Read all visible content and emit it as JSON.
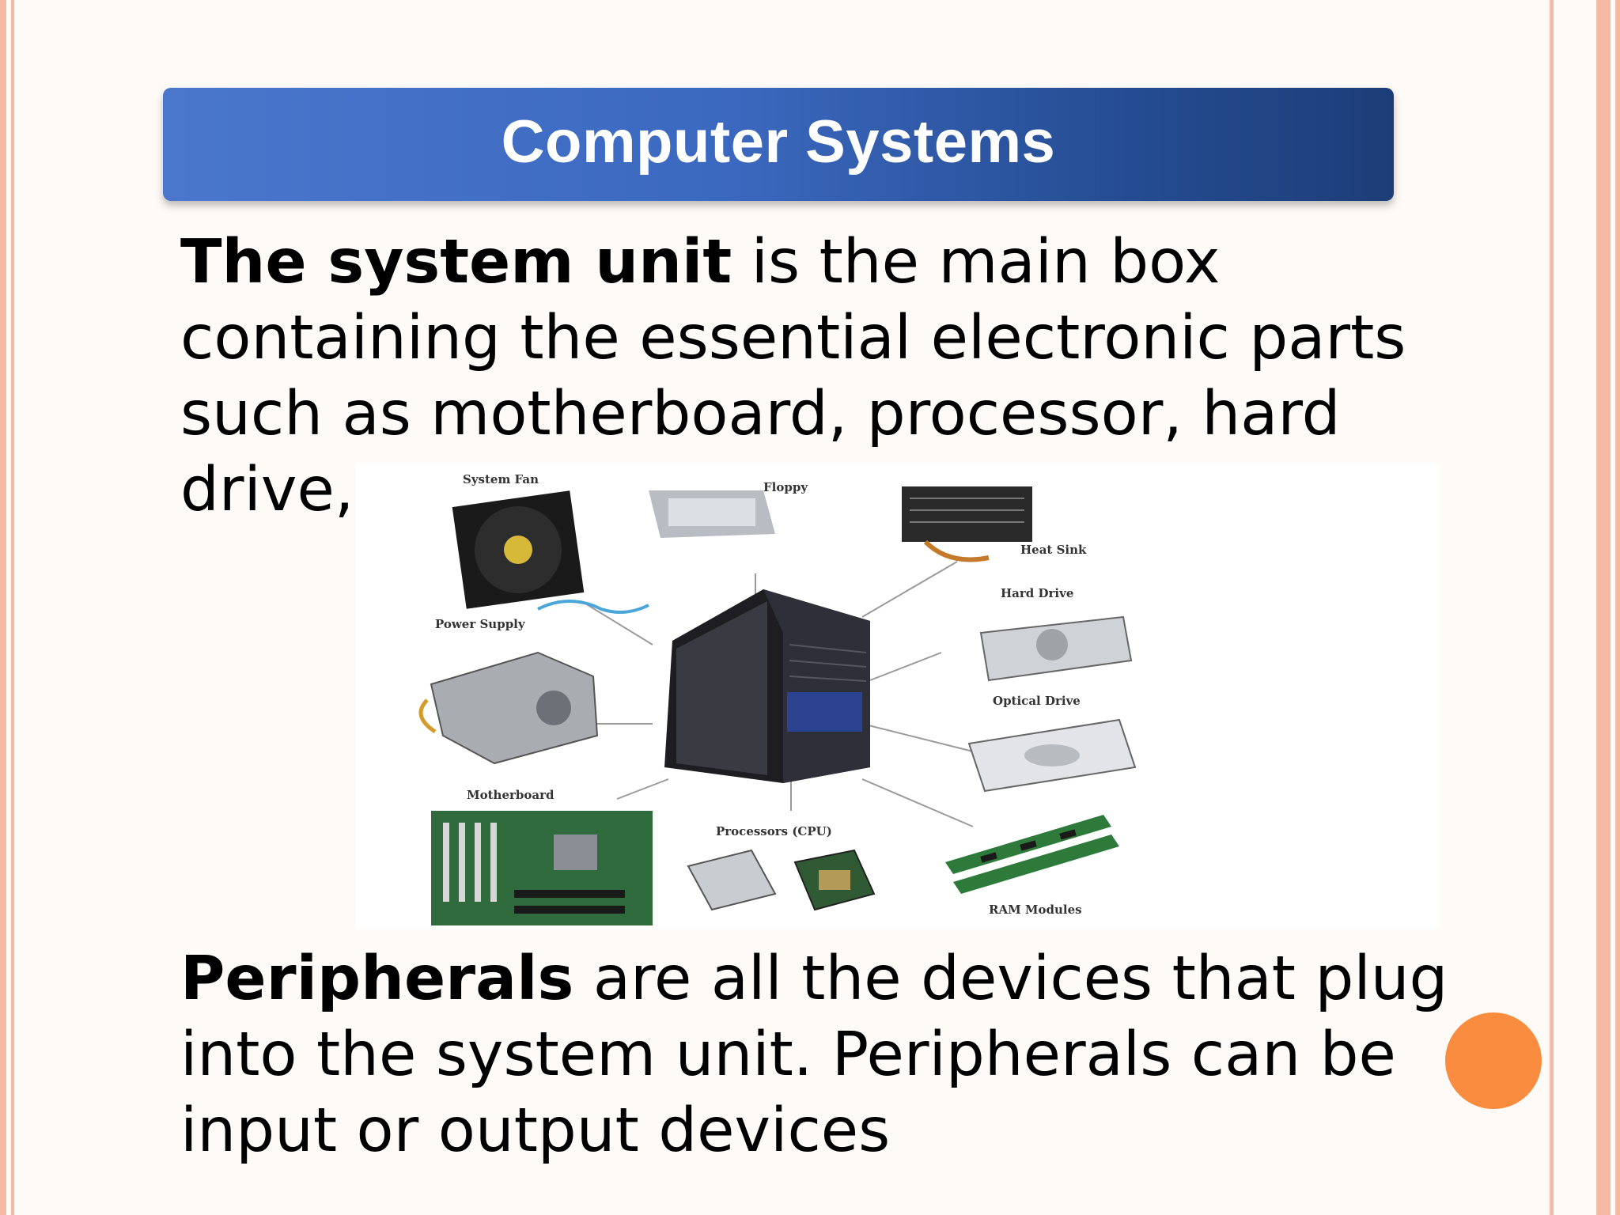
{
  "slide": {
    "title": "Computer Systems",
    "paragraph1": {
      "bold": "The system unit",
      "rest": " is the main box containing the essential electronic parts such as motherboard, processor, hard drive, RAM"
    },
    "paragraph2": {
      "bold": "Peripherals",
      "rest": " are all the devices that plug into the system unit. Peripherals can be input or output devices"
    }
  },
  "diagram": {
    "labels": {
      "system_fan": "System Fan",
      "floppy": "Floppy",
      "heat_sink": "Heat Sink",
      "hard_drive": "Hard Drive",
      "power_supply": "Power Supply",
      "optical_drive": "Optical Drive",
      "motherboard": "Motherboard",
      "processors": "Processors (CPU)",
      "ram_modules": "RAM Modules"
    }
  },
  "colors": {
    "title_bar": "#3c69c0",
    "border": "#f3b9a2",
    "accent_circle": "#f98c3e"
  }
}
